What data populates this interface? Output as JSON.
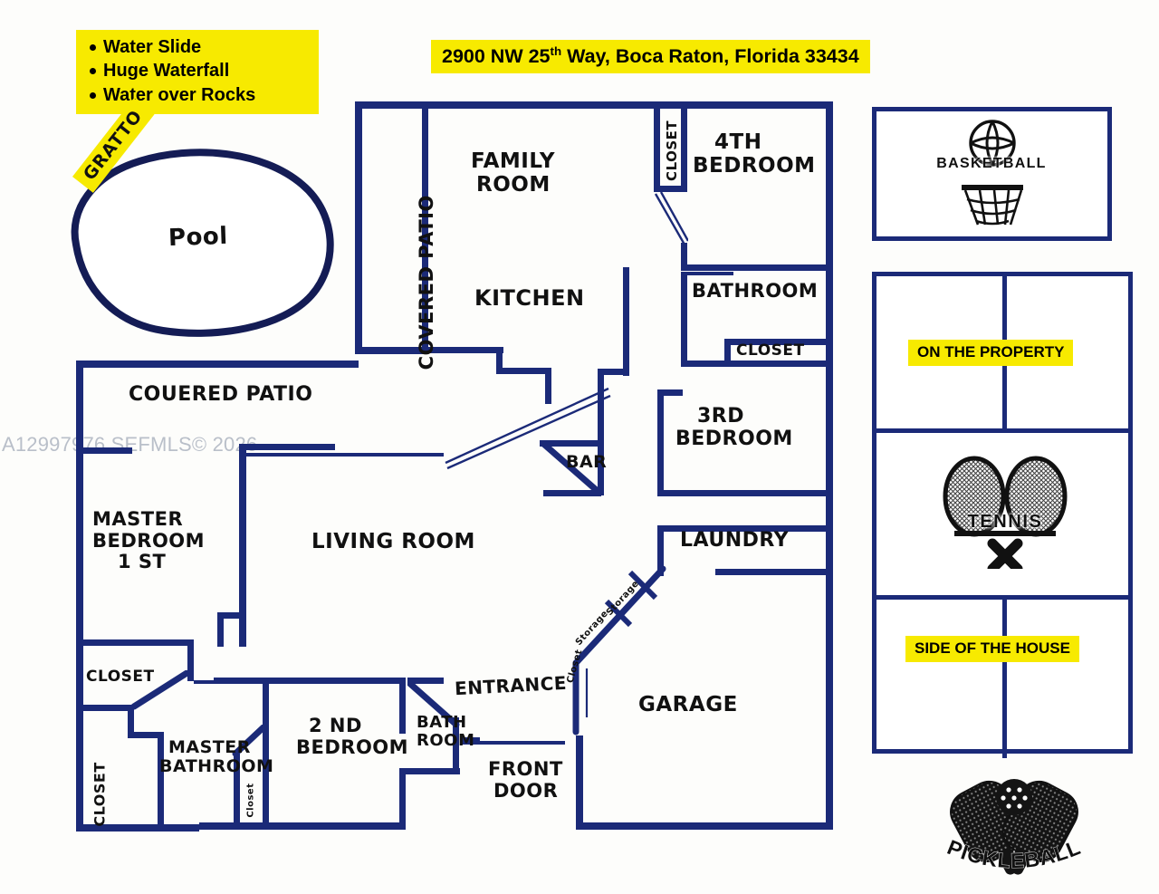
{
  "document": {
    "type": "hand-drawn-floor-plan",
    "address": {
      "line": "2900 NW 25",
      "ordinal": "th",
      "rest": " Way, Boca Raton, Florida 33434"
    },
    "watermark": "A12997976  SEFMLS© 2026"
  },
  "features": {
    "items": [
      "Water Slide",
      "Huge Waterfall",
      "Water over Rocks"
    ]
  },
  "pool": {
    "label": "Pool",
    "grotto_label": "GRATTO"
  },
  "rooms": {
    "family_room": "FAMILY\nROOM",
    "family_room_line1": "FAMILY",
    "family_room_line2": "ROOM",
    "kitchen": "KITCHEN",
    "covered_patio_vertical": "COVERED PATIO",
    "covered_patio_left": "COUERED PATIO",
    "closet_top": "CLOSET",
    "bedroom_4_line1": "4TH",
    "bedroom_4_line2": "BEDROOM",
    "bathroom_top": "BATHROOM",
    "closet_bath_top": "CLOSET",
    "bedroom_3_line1": "3RD",
    "bedroom_3_line2": "BEDROOM",
    "bar": "BAR",
    "laundry": "LAUNDRY",
    "living_room": "LIVING ROOM",
    "master_bedroom_line1": "MASTER",
    "master_bedroom_line2": "BEDROOM",
    "master_bedroom_line3": "1 ST",
    "closet_master_upper": "CLOSET",
    "closet_master_lower": "CLOSET",
    "master_bathroom_line1": "MASTER",
    "master_bathroom_line2": "BATHROOM",
    "closet_2nd_bedroom": "Closet",
    "bedroom_2_line1": "2 ND",
    "bedroom_2_line2": "BEDROOM",
    "bath_room_line1": "BATH",
    "bath_room_line2": "ROOM",
    "entrance": "ENTRANCE",
    "front_door_line1": "FRONT",
    "front_door_line2": "DOOR",
    "garage": "GARAGE",
    "storage_1": "Storage",
    "storage_2": "Storage",
    "closet_entry": "Closet"
  },
  "amenities": {
    "basketball": {
      "logo_label": "BASKETBALL",
      "icon": "basketball-hoop-icon"
    },
    "tennis": {
      "logo_label": "TENNIS",
      "icon": "tennis-racquets-icon",
      "badge_top": "ON THE PROPERTY",
      "badge_bottom": "SIDE OF THE HOUSE"
    },
    "pickleball": {
      "logo_label": "PICKLEBALL",
      "icon": "pickleball-paddles-icon"
    }
  },
  "colors": {
    "wall": "#1b2a78",
    "highlight": "#f7ea00",
    "ink": "#111111",
    "watermark": "#b9bfc9"
  }
}
